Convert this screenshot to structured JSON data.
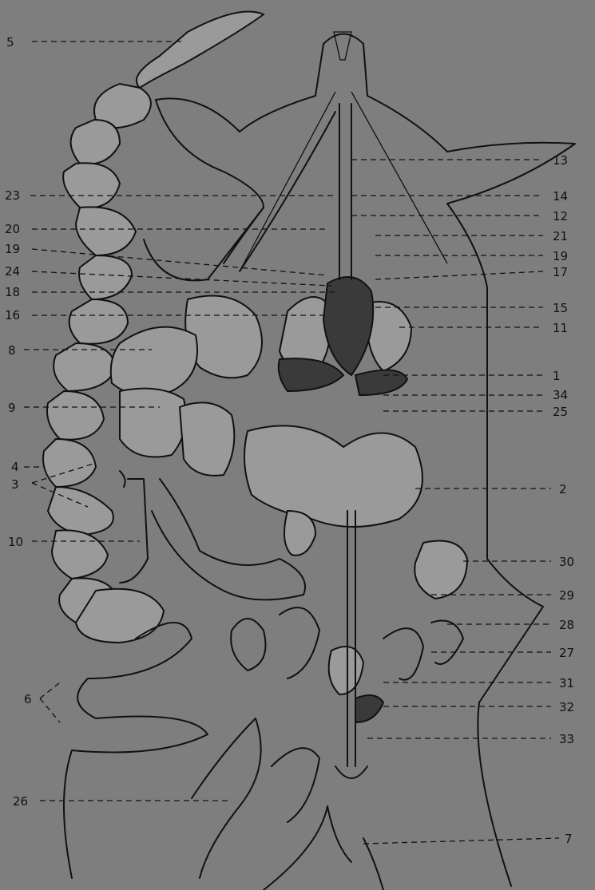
{
  "labels": [
    {
      "id": "5",
      "text": "5"
    },
    {
      "id": "23",
      "text": "23"
    },
    {
      "id": "20",
      "text": "20"
    },
    {
      "id": "19l",
      "text": "19"
    },
    {
      "id": "24",
      "text": "24"
    },
    {
      "id": "18",
      "text": "18"
    },
    {
      "id": "16",
      "text": "16"
    },
    {
      "id": "8",
      "text": "8"
    },
    {
      "id": "9",
      "text": "9"
    },
    {
      "id": "4",
      "text": "4"
    },
    {
      "id": "3",
      "text": "3"
    },
    {
      "id": "10",
      "text": "10"
    },
    {
      "id": "6",
      "text": "6"
    },
    {
      "id": "26",
      "text": "26"
    },
    {
      "id": "13",
      "text": "13"
    },
    {
      "id": "14",
      "text": "14"
    },
    {
      "id": "12",
      "text": "12"
    },
    {
      "id": "21",
      "text": "21"
    },
    {
      "id": "19r",
      "text": "19"
    },
    {
      "id": "17",
      "text": "17"
    },
    {
      "id": "15",
      "text": "15"
    },
    {
      "id": "11",
      "text": "11"
    },
    {
      "id": "1",
      "text": "1"
    },
    {
      "id": "34",
      "text": "34"
    },
    {
      "id": "25",
      "text": "25"
    },
    {
      "id": "2",
      "text": "2"
    },
    {
      "id": "30",
      "text": "30"
    },
    {
      "id": "29",
      "text": "29"
    },
    {
      "id": "28",
      "text": "28"
    },
    {
      "id": "27",
      "text": "27"
    },
    {
      "id": "31",
      "text": "31"
    },
    {
      "id": "32",
      "text": "32"
    },
    {
      "id": "33",
      "text": "33"
    },
    {
      "id": "7",
      "text": "7"
    }
  ]
}
